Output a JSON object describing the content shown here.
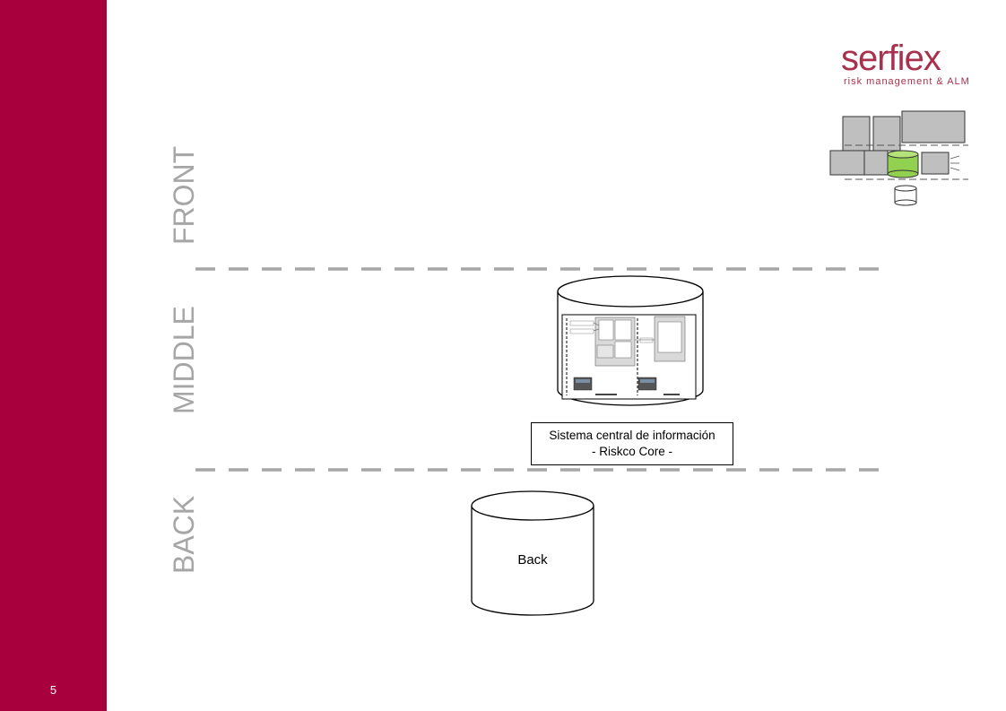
{
  "page": {
    "number": "5"
  },
  "brand": {
    "name": "serfiex",
    "tagline": "risk management & ALM",
    "color": "#a8324e",
    "sidebar_color": "#a8003c"
  },
  "layers": {
    "front": "FRONT",
    "middle": "MIDDLE",
    "back": "BACK"
  },
  "core_system": {
    "line1": "Sistema central de información",
    "line2": "- Riskco Core -"
  },
  "back_store": {
    "label": "Back"
  },
  "icons": {
    "thumbnail": "architecture-overview-icon",
    "core_screenshot": "architecture-diagram-icon",
    "database": "database-icon"
  }
}
